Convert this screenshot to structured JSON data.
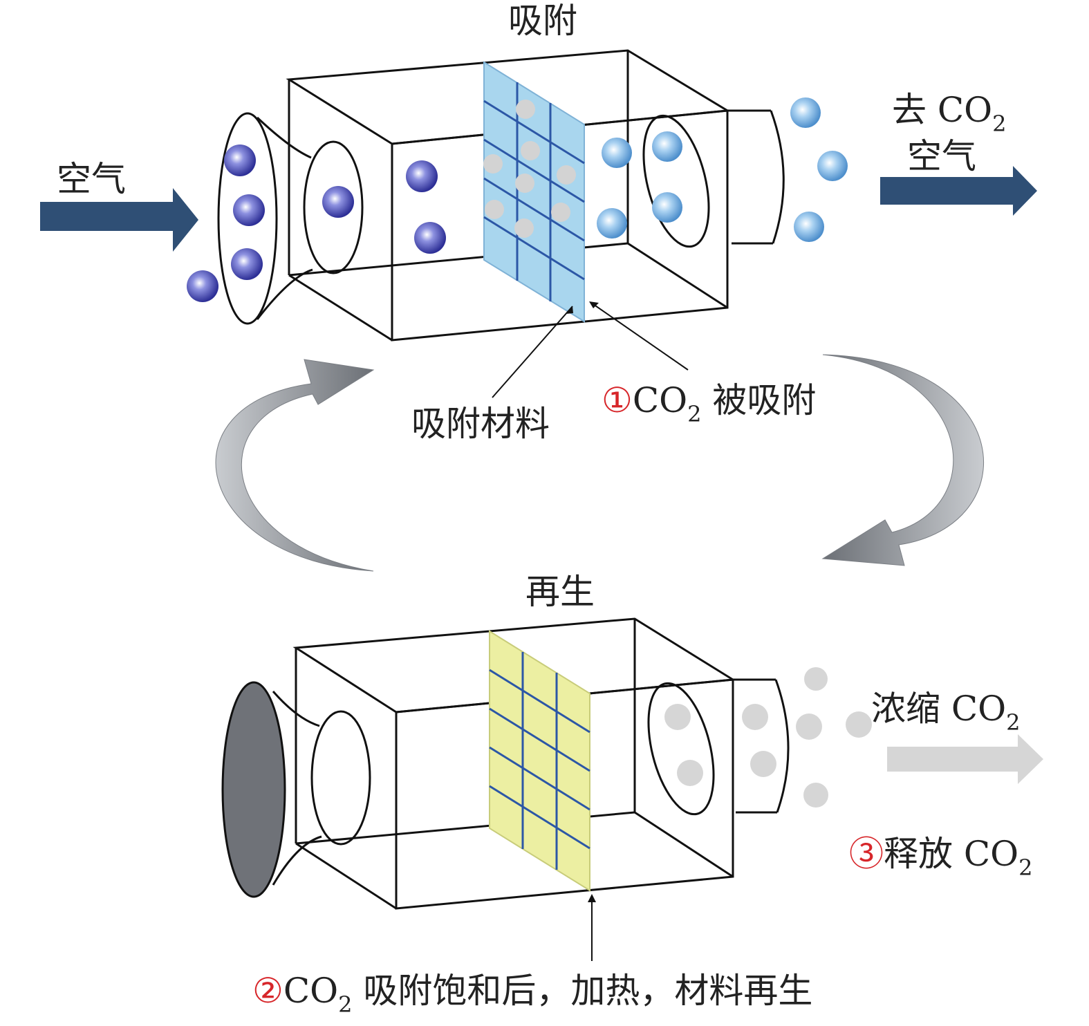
{
  "adsorption": {
    "title": "吸附",
    "inlet_label": "空气",
    "outlet_label_line1": "去 CO",
    "outlet_label_sub": "2",
    "outlet_label_line2": "空气",
    "material_label": "吸附材料",
    "step_marker": "①",
    "step_co": "CO",
    "step_sub": "2",
    "step_rest": " 被吸附"
  },
  "regeneration": {
    "title": "再生",
    "outlet_label": "浓缩 CO",
    "outlet_sub": "2",
    "release_marker": "③",
    "release_text": "释放 CO",
    "release_sub": "2",
    "heat_marker": "②",
    "heat_co": "CO",
    "heat_sub": "2",
    "heat_rest": " 吸附饱和后，加热，材料再生"
  },
  "colors": {
    "air_arrow": "#2f4f75",
    "co2_molecule": "#3b3fa8",
    "clean_molecule": "#6aa7d9",
    "adsorbent_panel": "#a9d6ee",
    "regen_panel": "#ecefa2",
    "released_co2": "#d6d6d6",
    "cycle_arrow": "#8b8f95",
    "marker_red": "#d7262a"
  }
}
